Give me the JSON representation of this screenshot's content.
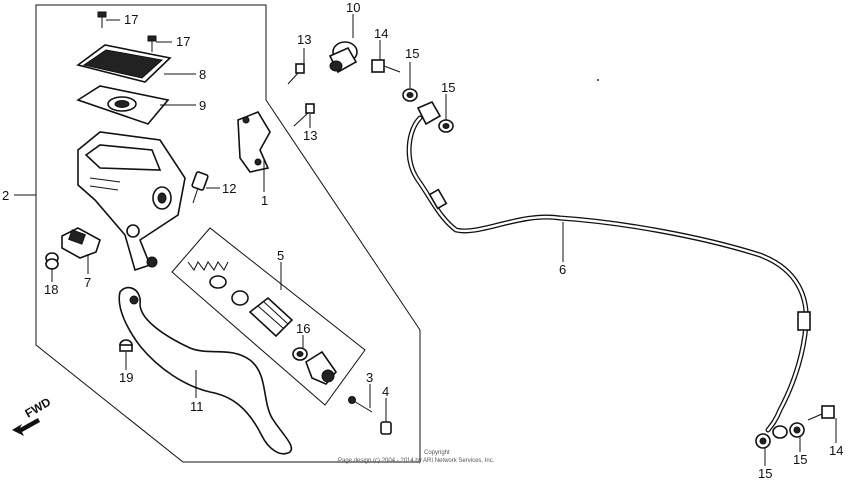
{
  "diagram": {
    "callouts": {
      "c1": "1",
      "c2": "2",
      "c3": "3",
      "c4": "4",
      "c5": "5",
      "c6": "6",
      "c7": "7",
      "c8": "8",
      "c9": "9",
      "c10": "10",
      "c11": "11",
      "c13a": "13",
      "c13b": "13",
      "c14a": "14",
      "c14b": "14",
      "c15a": "15",
      "c15b": "15",
      "c15c": "15",
      "c15d": "15",
      "c16": "16",
      "c17a": "17",
      "c17b": "17",
      "c18": "18",
      "c19": "19",
      "c12": "12"
    },
    "fwd_label": "FWD",
    "copyright_line1": "Copyright",
    "copyright_line2": "Page design (c) 2004 - 2014 by ARI Network Services, Inc."
  }
}
